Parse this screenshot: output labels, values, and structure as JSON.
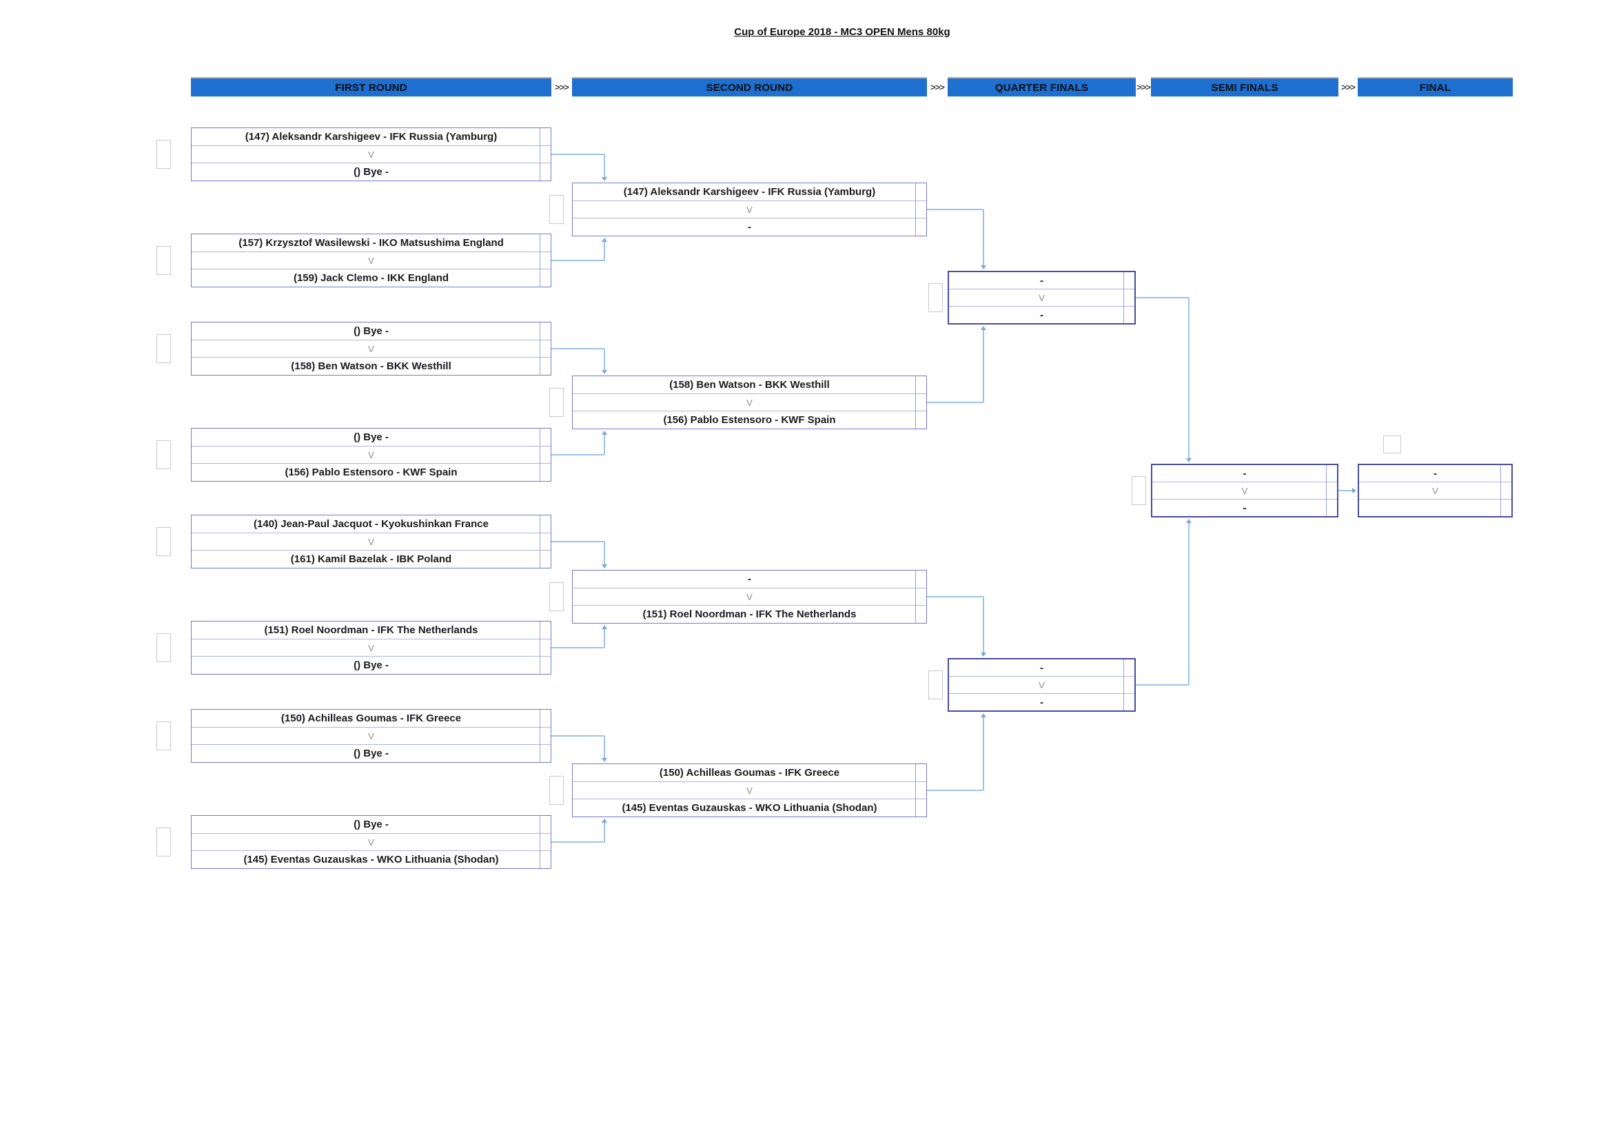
{
  "title": "Cup of Europe 2018 - MC3 OPEN Mens 80kg",
  "chevron": ">>>",
  "colors": {
    "header_bg": "#1e6fd0",
    "early_box_border": "#7678c8",
    "late_box_border": "#4a4aa0",
    "row_divider": "#b0b2de",
    "connector": "#9dc3e6",
    "arrow": "#7da7d8",
    "vs_text": "#8a8a8a",
    "name_text": "#1b1b1b"
  },
  "headers": [
    {
      "label": "FIRST ROUND"
    },
    {
      "label": "SECOND ROUND"
    },
    {
      "label": "QUARTER FINALS"
    },
    {
      "label": "SEMI FINALS"
    },
    {
      "label": "FINAL"
    }
  ],
  "rounds": [
    {
      "name": "first-round",
      "matches": [
        {
          "top": "(147) Aleksandr Karshigeev - IFK Russia (Yamburg)",
          "vs": "V",
          "bottom": "() Bye -"
        },
        {
          "top": "(157) Krzysztof Wasilewski - IKO Matsushima England",
          "vs": "V",
          "bottom": "(159) Jack Clemo - IKK England"
        },
        {
          "top": "() Bye -",
          "vs": "V",
          "bottom": "(158) Ben Watson - BKK Westhill"
        },
        {
          "top": "() Bye -",
          "vs": "V",
          "bottom": "(156) Pablo Estensoro - KWF Spain"
        },
        {
          "top": "(140) Jean-Paul Jacquot - Kyokushinkan France",
          "vs": "V",
          "bottom": "(161) Kamil Bazelak - IBK Poland"
        },
        {
          "top": "(151) Roel Noordman - IFK The Netherlands",
          "vs": "V",
          "bottom": "() Bye -"
        },
        {
          "top": "(150) Achilleas Goumas - IFK Greece",
          "vs": "V",
          "bottom": "() Bye -"
        },
        {
          "top": "() Bye -",
          "vs": "V",
          "bottom": "(145) Eventas Guzauskas - WKO Lithuania (Shodan)"
        }
      ]
    },
    {
      "name": "second-round",
      "matches": [
        {
          "top": "(147) Aleksandr Karshigeev - IFK Russia (Yamburg)",
          "vs": "V",
          "bottom": "-"
        },
        {
          "top": "(158) Ben Watson - BKK Westhill",
          "vs": "V",
          "bottom": "(156) Pablo Estensoro - KWF Spain"
        },
        {
          "top": "-",
          "vs": "V",
          "bottom": "(151) Roel Noordman - IFK The Netherlands"
        },
        {
          "top": "(150) Achilleas Goumas - IFK Greece",
          "vs": "V",
          "bottom": "(145) Eventas Guzauskas - WKO Lithuania (Shodan)"
        }
      ]
    },
    {
      "name": "quarter-finals",
      "matches": [
        {
          "top": "-",
          "vs": "V",
          "bottom": "-"
        },
        {
          "top": "-",
          "vs": "V",
          "bottom": "-"
        }
      ]
    },
    {
      "name": "semi-finals",
      "matches": [
        {
          "top": "-",
          "vs": "V",
          "bottom": "-"
        }
      ]
    },
    {
      "name": "final",
      "matches": [
        {
          "top": "-",
          "vs": "V",
          "bottom": ""
        }
      ]
    }
  ]
}
